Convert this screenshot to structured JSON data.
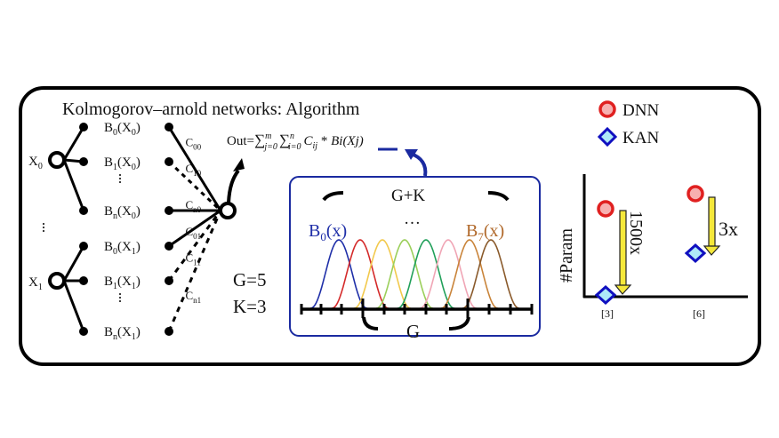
{
  "title": "Kolmogorov–arnold networks: Algorithm",
  "inputs": [
    {
      "label": "X",
      "sub": "0",
      "basis": [
        {
          "b": "0",
          "x": "0"
        },
        {
          "b": "1",
          "x": "0"
        },
        {
          "b": "n",
          "x": "0"
        }
      ],
      "coefs": [
        "00",
        "10",
        "n0"
      ]
    },
    {
      "label": "X",
      "sub": "1",
      "basis": [
        {
          "b": "0",
          "x": "1"
        },
        {
          "b": "1",
          "x": "1"
        },
        {
          "b": "n",
          "x": "1"
        }
      ],
      "coefs": [
        "01",
        "11",
        "n1"
      ]
    }
  ],
  "formula": {
    "prefix": "Out=",
    "sum1": "∑",
    "sum1_sup": "m",
    "sum1_sub": "j=0",
    "sum2": "∑",
    "sum2_sup": "n",
    "sum2_sub": "i=0",
    "term": "C",
    "term_sub": "ij",
    "op": " * ",
    "basis": "Bi",
    "arg": "(Xj)"
  },
  "bspline": {
    "top_label": "G+K",
    "ellipsis": "…",
    "first_label": "B",
    "first_sub": "0",
    "first_arg": "(x)",
    "last_label": "B",
    "last_sub": "7",
    "last_arg": "(x)",
    "bottom_label": "G",
    "colors": [
      "#1f2fa8",
      "#d42a2a",
      "#f2c94c",
      "#9bcf5a",
      "#21a05a",
      "#f0a5b5",
      "#c9843a",
      "#8a5a2b"
    ],
    "first_color": "#1f2fa8",
    "last_color": "#b0682a",
    "frame_color": "#1a2aa0"
  },
  "params": {
    "g": "G=5",
    "k": "K=3"
  },
  "legend": [
    {
      "label": "DNN",
      "marker": "circle",
      "color": "#e02020",
      "fill": "#f7b0b0"
    },
    {
      "label": "KAN",
      "marker": "diamond",
      "color": "#1010c0",
      "fill": "#aee8f8"
    }
  ],
  "mini_chart": {
    "ylabel": "#Param",
    "categories": [
      "[3]",
      "[6]"
    ],
    "reductions": [
      "1500x",
      "3x"
    ],
    "arrow_color": "#f5e83a"
  }
}
